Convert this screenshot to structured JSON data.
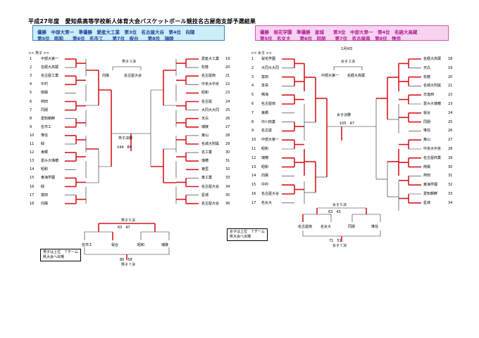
{
  "title": "平成27年度　愛知県高等学校新人体育大会バスケットボール競技名古屋南支部予選結果",
  "boys_results": {
    "line1": "優勝　中部大第一　準優勝　愛産大工業　第3位　名古屋大谷　第4位　向陽",
    "line2": "第5位　昭和　　第6位　名市工　　第7位　桜台　　第8位　瑞陵"
  },
  "girls_results": {
    "line1": "優勝　桜花学園　準優勝　星城　　第3位　中部大第一　第4位　名経大高蔵",
    "line2": "第5位　名女大　　第6位　同朋　　第7位　名古屋南　第8位　惟信"
  },
  "boys_label": "<< 男子 >>",
  "girls_label": "<< 女子 >>",
  "date_label": "1月9日",
  "boys_left": [
    {
      "n": "1",
      "name": "中部大第一"
    },
    {
      "n": "2",
      "name": "名経大高蔵"
    },
    {
      "n": "3",
      "name": "名古屋工業"
    },
    {
      "n": "4",
      "name": "中村"
    },
    {
      "n": "5",
      "name": "南陽"
    },
    {
      "n": "6",
      "name": "熱田"
    },
    {
      "n": "7",
      "name": "同朋"
    },
    {
      "n": "8",
      "name": "愛知朝鮮"
    },
    {
      "n": "9",
      "name": "名市工"
    },
    {
      "n": "10",
      "name": "惟信"
    },
    {
      "n": "11",
      "name": "緑"
    },
    {
      "n": "12",
      "name": "東郷"
    },
    {
      "n": "13",
      "name": "愛み大瑞穂"
    },
    {
      "n": "14",
      "name": "昭和"
    },
    {
      "n": "15",
      "name": "東海学園"
    },
    {
      "n": "16",
      "name": "緑"
    },
    {
      "n": "17",
      "name": "富田"
    },
    {
      "n": "18",
      "name": "向陽"
    }
  ],
  "boys_right": [
    {
      "n": "19",
      "name": "愛産大工業"
    },
    {
      "n": "20",
      "name": "松蔭"
    },
    {
      "n": "21",
      "name": "名古屋南"
    },
    {
      "n": "22",
      "name": "中京大中京"
    },
    {
      "n": "23",
      "name": "昭和"
    },
    {
      "n": "24",
      "name": "名古屋"
    },
    {
      "n": "25",
      "name": "大同大大同"
    },
    {
      "n": "26",
      "name": "天白"
    },
    {
      "n": "27",
      "name": "瑞陵"
    },
    {
      "n": "28",
      "name": "東山"
    },
    {
      "n": "29",
      "name": "名城大附属"
    },
    {
      "n": "30",
      "name": "名工業"
    },
    {
      "n": "31",
      "name": "瑞穂"
    },
    {
      "n": "32",
      "name": "菊里"
    },
    {
      "n": "33",
      "name": "東工業"
    },
    {
      "n": "34",
      "name": "名古屋大谷"
    },
    {
      "n": "35",
      "name": "星城"
    },
    {
      "n": "36",
      "name": "名古屋大谷"
    }
  ],
  "girls_left": [
    {
      "n": "1",
      "name": "桜花学園"
    },
    {
      "n": "2",
      "name": "大同大大同"
    },
    {
      "n": "3",
      "name": "富田"
    },
    {
      "n": "4",
      "name": "享栄"
    },
    {
      "n": "5",
      "name": "鳴海"
    },
    {
      "n": "6",
      "name": "名古屋南"
    },
    {
      "n": "7",
      "name": "東郷"
    },
    {
      "n": "8",
      "name": "中川商業"
    },
    {
      "n": "9",
      "name": "名古屋"
    },
    {
      "n": "10",
      "name": "中部大第一"
    },
    {
      "n": "11",
      "name": "昭和"
    },
    {
      "n": "12",
      "name": "瑞穂"
    },
    {
      "n": "13",
      "name": "昭和"
    },
    {
      "n": "14",
      "name": "向陽"
    },
    {
      "n": "15",
      "name": "中村"
    },
    {
      "n": "16",
      "name": "名古屋大谷"
    },
    {
      "n": "17",
      "name": "名女大"
    }
  ],
  "girls_right": [
    {
      "n": "18",
      "name": "名経大高蔵"
    },
    {
      "n": "19",
      "name": "天白"
    },
    {
      "n": "20",
      "name": "松蔭"
    },
    {
      "n": "21",
      "name": "名城大附属"
    },
    {
      "n": "22",
      "name": "日進西"
    },
    {
      "n": "23",
      "name": "愛み大瑞穂"
    },
    {
      "n": "24",
      "name": "桜台"
    },
    {
      "n": "25",
      "name": "同朋"
    },
    {
      "n": "26",
      "name": "惟信"
    },
    {
      "n": "27",
      "name": "東山"
    },
    {
      "n": "28",
      "name": "中京大中京"
    },
    {
      "n": "29",
      "name": "名古屋商業"
    },
    {
      "n": "30",
      "name": "南陽"
    },
    {
      "n": "31",
      "name": "熱田"
    },
    {
      "n": "32",
      "name": "東海学園"
    },
    {
      "n": "33",
      "name": "愛知朝鮮"
    },
    {
      "n": "34",
      "name": "星城"
    }
  ],
  "boys_mid": {
    "semi3_label": "男子３決",
    "third_a": "向陽",
    "third_b": "名古屋大谷",
    "final_label": "男子決勝",
    "final_scores": "144　80"
  },
  "girls_mid": {
    "semi3_label": "女子３決",
    "third_a": "中部大第一",
    "third_b": "名経大高蔵",
    "final_label": "女子決勝",
    "final_scores": "105　47"
  },
  "boys_5th": {
    "label": "男子５決",
    "teams": [
      "名市工",
      "桜台",
      "昭和",
      "瑞陵"
    ],
    "bottom_label": "男子７決",
    "scores_top": "63　47",
    "scores_bottom": "80　58"
  },
  "girls_5th": {
    "label": "女子５決",
    "teams": [
      "名古屋南",
      "名女大",
      "同朋",
      "惟信"
    ],
    "bottom_label": "女子７決",
    "scores_top": "63　43",
    "scores_bottom": "71　51"
  },
  "boys_note": "男子は上位　７チーム\n県大会へ出場",
  "girls_note": "女子は上位　７チーム\n県大会へ出場"
}
